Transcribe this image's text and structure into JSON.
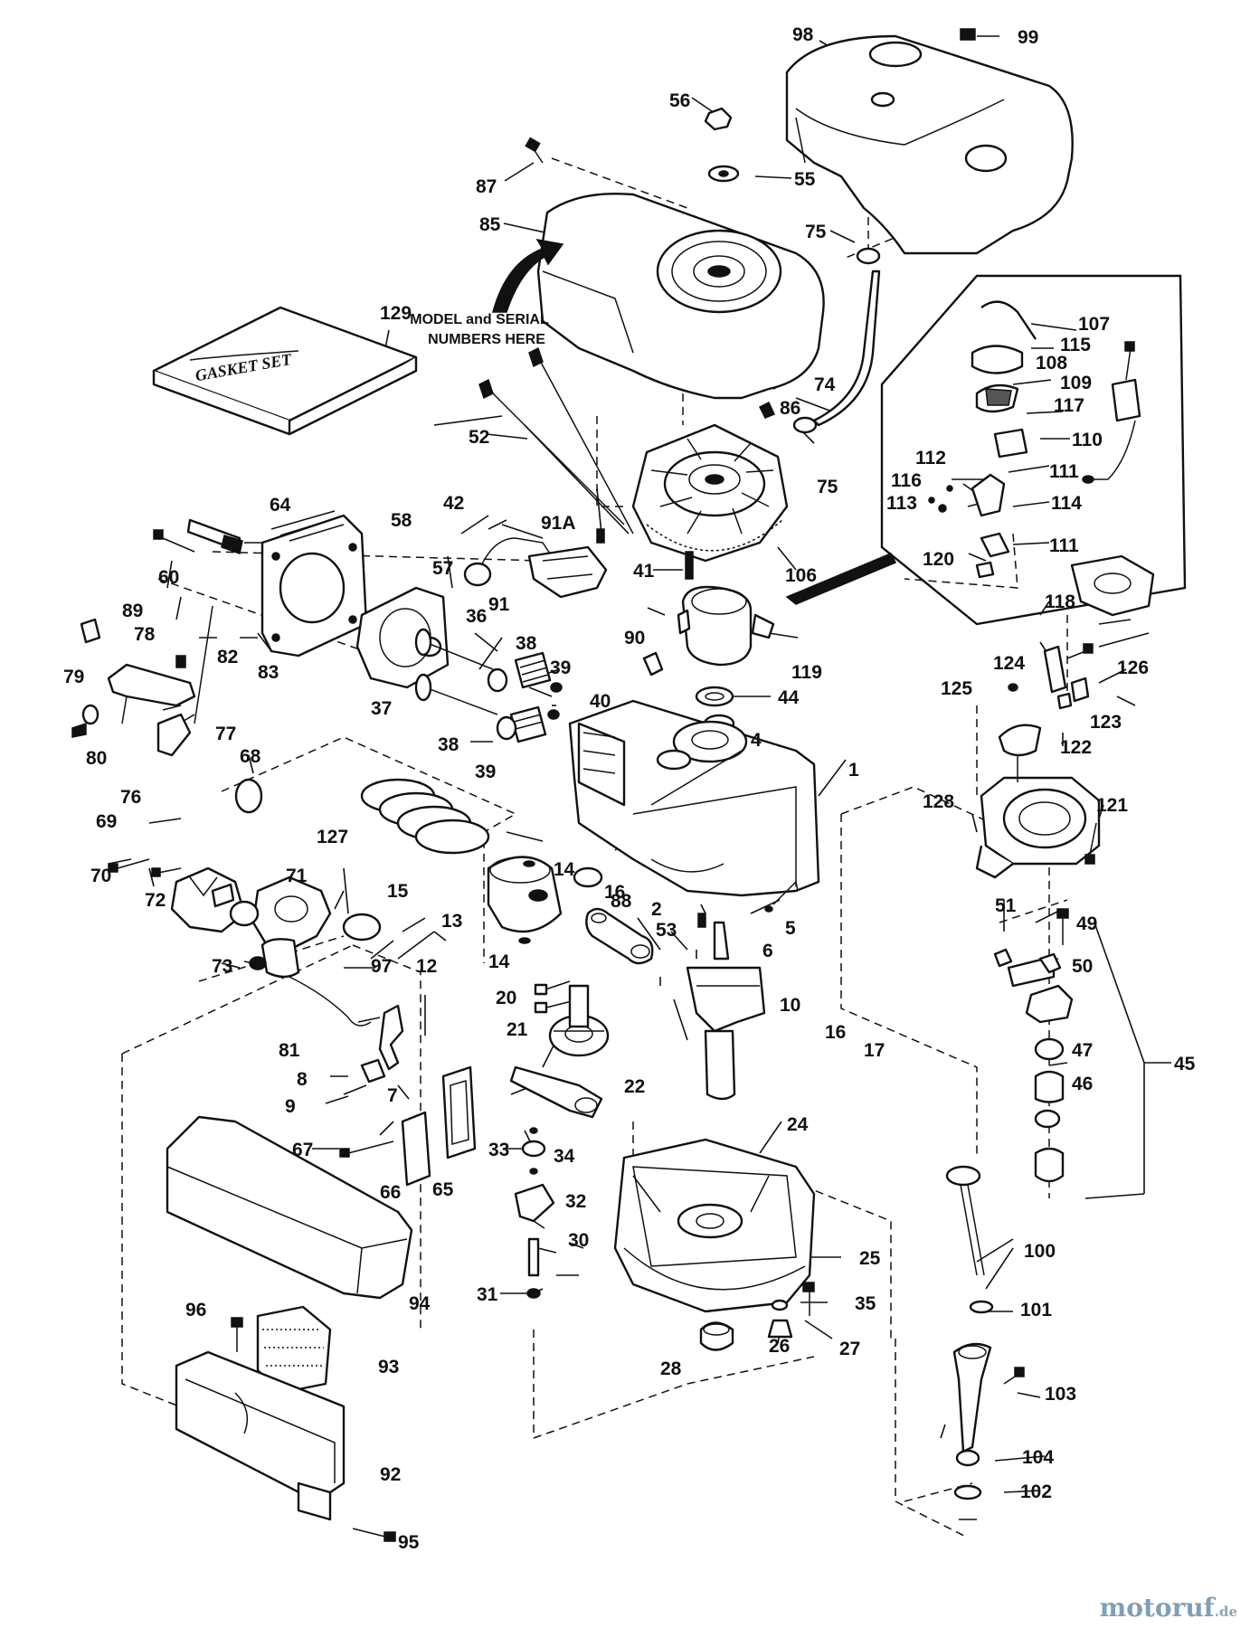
{
  "labels": {
    "1": "1",
    "2": "2",
    "4": "4",
    "5": "5",
    "6": "6",
    "7": "7",
    "8": "8",
    "9": "9",
    "10": "10",
    "12": "12",
    "13": "13",
    "14": "14",
    "15": "15",
    "16": "16",
    "17": "17",
    "20": "20",
    "21": "21",
    "22": "22",
    "24": "24",
    "25": "25",
    "26": "26",
    "27": "27",
    "28": "28",
    "30": "30",
    "31": "31",
    "32": "32",
    "33": "33",
    "34": "34",
    "35": "35",
    "36": "36",
    "37": "37",
    "38": "38",
    "39": "39",
    "40": "40",
    "41": "41",
    "42": "42",
    "44": "44",
    "45": "45",
    "46": "46",
    "47": "47",
    "49": "49",
    "50": "50",
    "51": "51",
    "52": "52",
    "53": "53",
    "55": "55",
    "56": "56",
    "57": "57",
    "58": "58",
    "60": "60",
    "64": "64",
    "65": "65",
    "66": "66",
    "67": "67",
    "68": "68",
    "69": "69",
    "70": "70",
    "71": "71",
    "72": "72",
    "73": "73",
    "74": "74",
    "75": "75",
    "76": "76",
    "77": "77",
    "78": "78",
    "79": "79",
    "80": "80",
    "81": "81",
    "82": "82",
    "83": "83",
    "85": "85",
    "86": "86",
    "87": "87",
    "88": "88",
    "89": "89",
    "90": "90",
    "91": "91",
    "91A": "91A",
    "92": "92",
    "93": "93",
    "94": "94",
    "95": "95",
    "96": "96",
    "97": "97",
    "98": "98",
    "99": "99",
    "100": "100",
    "101": "101",
    "102": "102",
    "103": "103",
    "104": "104",
    "106": "106",
    "107": "107",
    "108": "108",
    "109": "109",
    "110": "110",
    "111": "111",
    "112": "112",
    "113": "113",
    "114": "114",
    "115": "115",
    "116": "116",
    "117": "117",
    "118": "118",
    "119": "119",
    "120": "120",
    "121": "121",
    "122": "122",
    "123": "123",
    "124": "124",
    "125": "125",
    "126": "126",
    "127": "127",
    "128": "128",
    "129": "129"
  },
  "notes": {
    "model_serial_line1": "MODEL and SERIAL",
    "model_serial_line2": "NUMBERS HERE",
    "gasket_set": "GASKET SET"
  },
  "watermark": {
    "brand": "motoruf",
    "suffix": ".de"
  }
}
